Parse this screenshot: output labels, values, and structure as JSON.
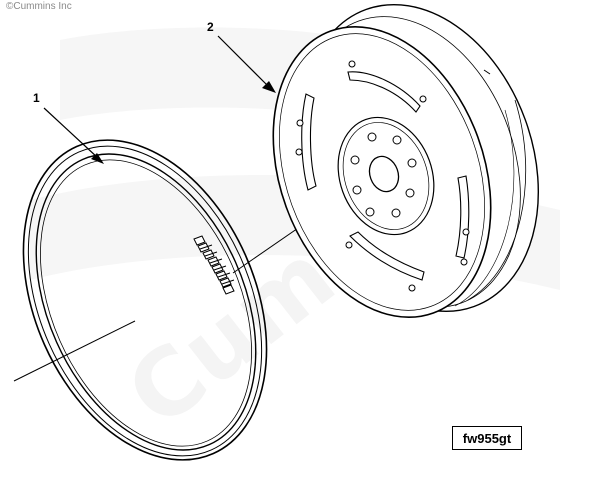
{
  "copyright": "©Cummins Inc",
  "watermark": "Cummins",
  "callouts": [
    {
      "number": "1",
      "part": "ring-gear"
    },
    {
      "number": "2",
      "part": "flywheel"
    }
  ],
  "reference_code": "fw955gt",
  "colors": {
    "line": "#000000",
    "watermark": "#f1f1f1",
    "background": "#ffffff"
  }
}
